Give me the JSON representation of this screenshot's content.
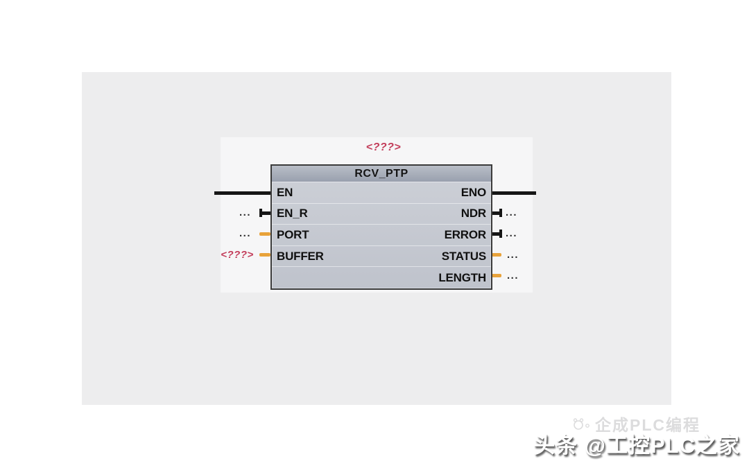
{
  "editor": {
    "block": {
      "title": "RCV_PTP",
      "instance_placeholder": "<???>",
      "inputs": [
        {
          "name": "EN",
          "value": ""
        },
        {
          "name": "EN_R",
          "value": "..."
        },
        {
          "name": "PORT",
          "value": "..."
        },
        {
          "name": "BUFFER",
          "value": "<???>"
        }
      ],
      "outputs": [
        {
          "name": "ENO",
          "value": ""
        },
        {
          "name": "NDR",
          "value": "..."
        },
        {
          "name": "ERROR",
          "value": "..."
        },
        {
          "name": "STATUS",
          "value": "..."
        },
        {
          "name": "LENGTH",
          "value": "..."
        }
      ]
    },
    "colors": {
      "panel_gray": "#ededee",
      "block_body": "#c4c8d0",
      "block_title": "#a3a9b6",
      "placeholder_red": "#c33e5b",
      "operand_orange": "#e8a23a",
      "rail_black": "#161616"
    }
  },
  "watermark": {
    "ghost_text": "企成PLC编程",
    "main_text": "头条 @工控PLC之家"
  }
}
